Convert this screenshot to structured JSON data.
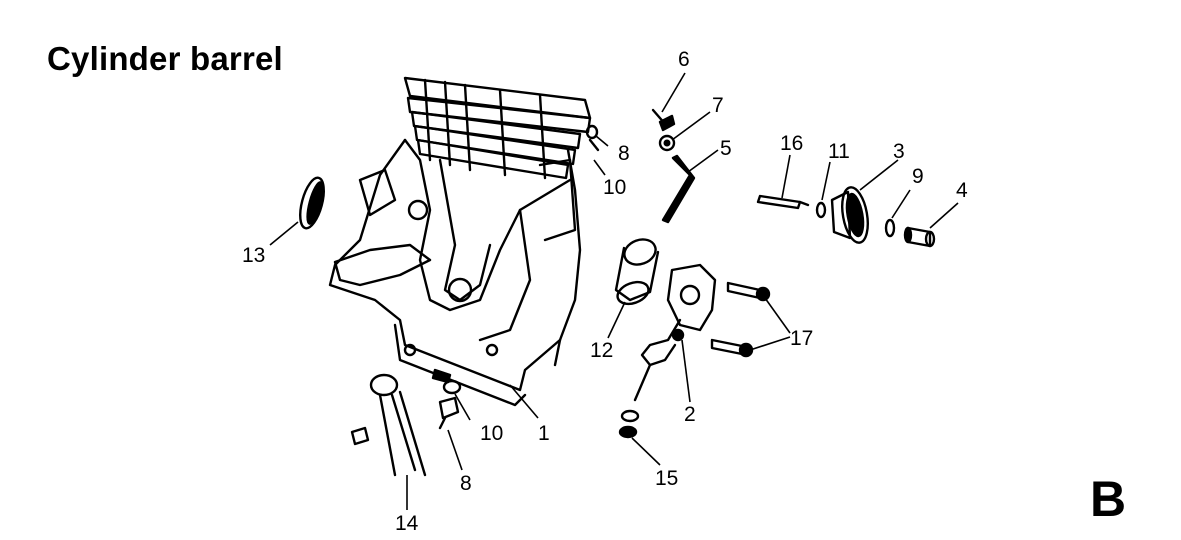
{
  "title": "Cylinder barrel",
  "section_letter": "B",
  "callouts": [
    "6",
    "7",
    "8",
    "5",
    "10",
    "16",
    "11",
    "3",
    "9",
    "4",
    "13",
    "12",
    "17",
    "2",
    "10",
    "1",
    "8",
    "14",
    "15"
  ],
  "colors": {
    "ink": "#000000",
    "background": "#ffffff"
  }
}
